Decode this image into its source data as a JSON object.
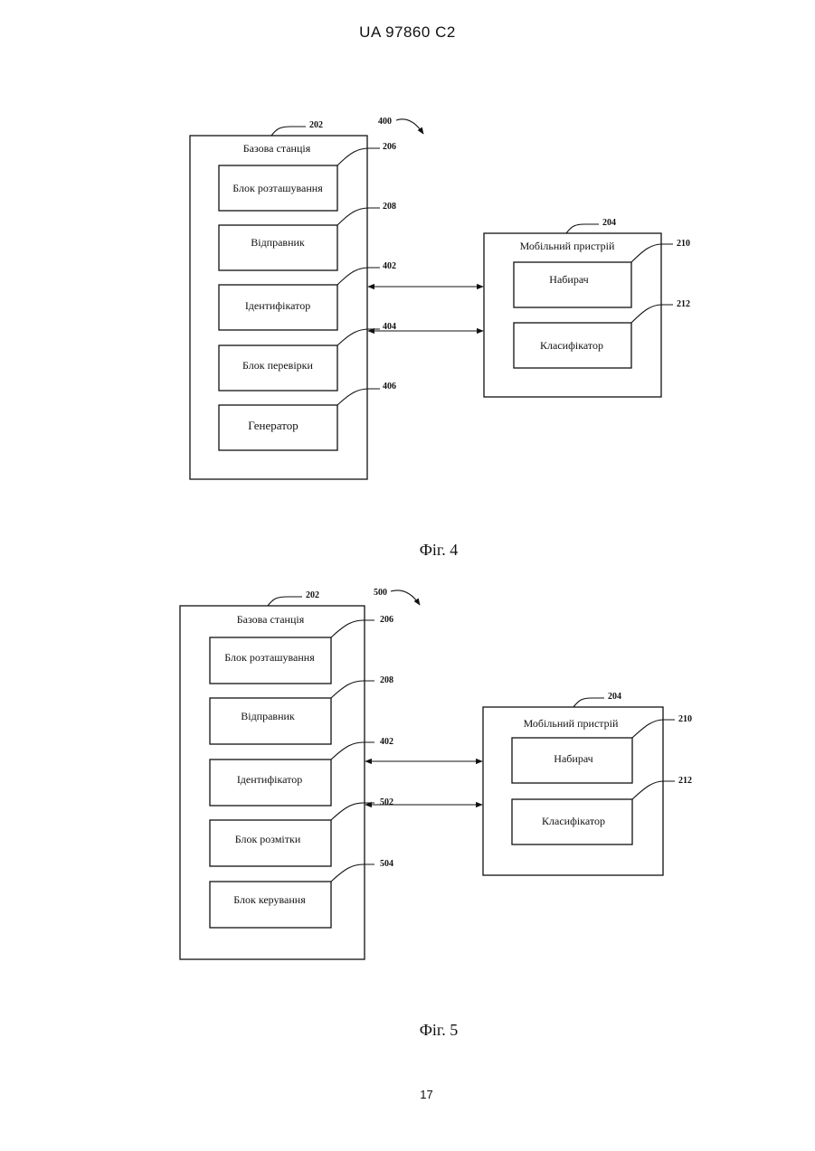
{
  "header": "UA 97860 C2",
  "page_number": "17",
  "fig4": {
    "caption": "Фіг. 4",
    "ref_main": "400",
    "base_station": {
      "ref": "202",
      "title": "Базова станція"
    },
    "blocks": [
      {
        "ref": "206",
        "label": "Блок розташування"
      },
      {
        "ref": "208",
        "label": "Відправник"
      },
      {
        "ref": "402",
        "label": "Ідентифікатор"
      },
      {
        "ref": "404",
        "label": "Блок перевірки"
      },
      {
        "ref": "406",
        "label": "Генератор"
      }
    ],
    "mobile": {
      "ref": "204",
      "title": "Мобільний пристрій"
    },
    "mobile_blocks": [
      {
        "ref": "210",
        "label": "Набирач"
      },
      {
        "ref": "212",
        "label": "Класифікатор"
      }
    ]
  },
  "fig5": {
    "caption": "Фіг. 5",
    "ref_main": "500",
    "base_station": {
      "ref": "202",
      "title": "Базова станція"
    },
    "blocks": [
      {
        "ref": "206",
        "label": "Блок розташування"
      },
      {
        "ref": "208",
        "label": "Відправник"
      },
      {
        "ref": "402",
        "label": "Ідентифікатор"
      },
      {
        "ref": "502",
        "label": "Блок розмітки"
      },
      {
        "ref": "504",
        "label": "Блок керування"
      }
    ],
    "mobile": {
      "ref": "204",
      "title": "Мобільний пристрій"
    },
    "mobile_blocks": [
      {
        "ref": "210",
        "label": "Набирач"
      },
      {
        "ref": "212",
        "label": "Класифікатор"
      }
    ]
  }
}
